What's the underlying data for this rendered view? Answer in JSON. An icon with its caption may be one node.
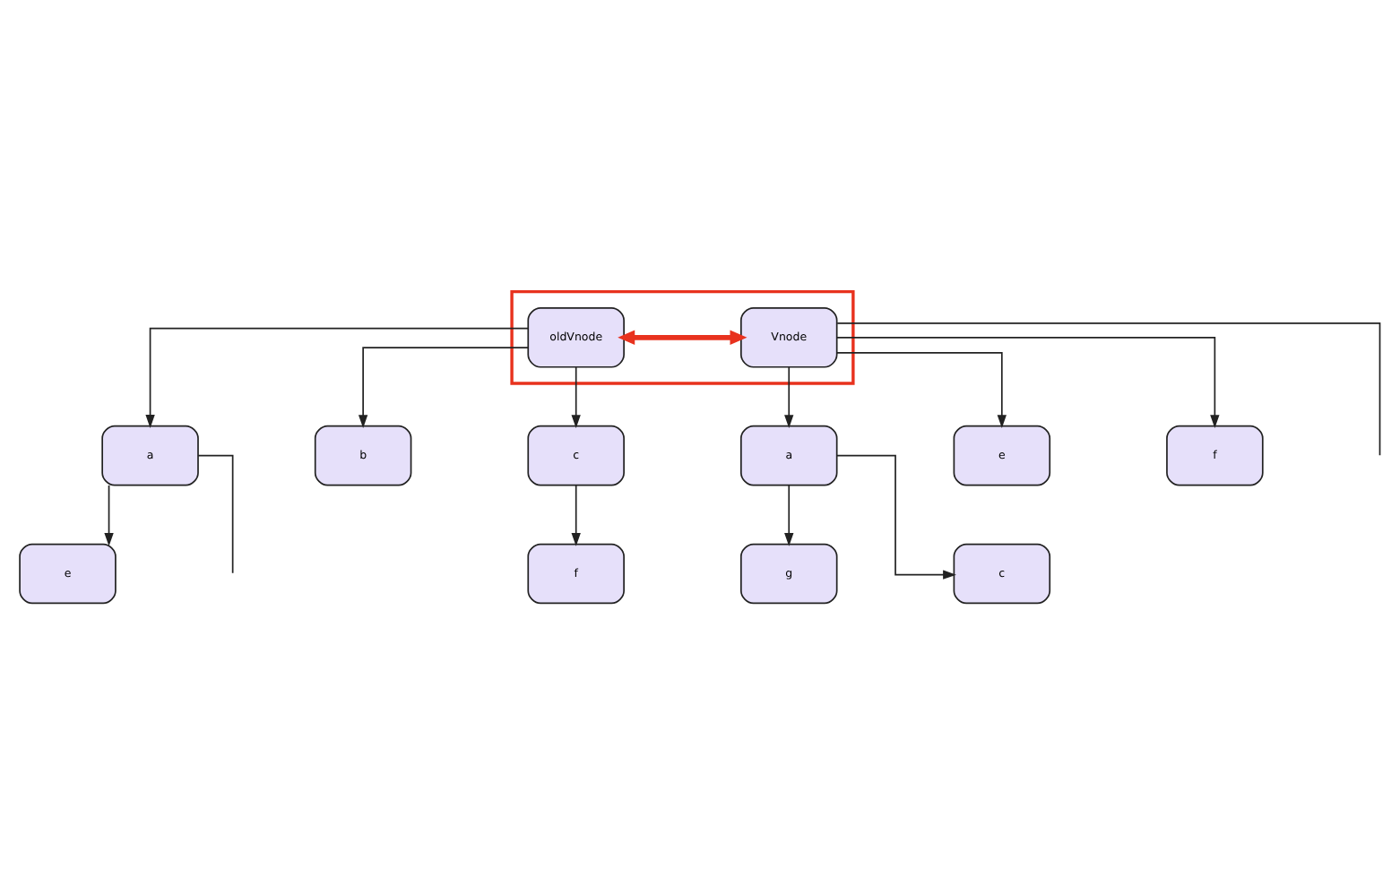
{
  "diagram": {
    "nodes": [
      {
        "text": [],
        "shape": "box"
      },
      {
        "text": [
          "oldVnode"
        ],
        "in": 0
      },
      {
        "text": [
          "Vnode"
        ],
        "in": 0
      },
      {
        "text": [
          "a"
        ]
      },
      {
        "text": [
          "b"
        ]
      },
      {
        "text": [
          "c"
        ]
      },
      {
        "text": [
          "a"
        ]
      },
      {
        "text": [
          "e"
        ]
      },
      {
        "text": [
          "f"
        ]
      },
      {
        "text": [
          "e"
        ]
      },
      {
        "text": [
          "f"
        ]
      },
      {
        "text": [
          "g"
        ]
      },
      {
        "text": [
          "c"
        ]
      }
    ],
    "edges": [
      {
        "from": 1,
        "to": 2,
        "arrow": "both",
        "style": "thick",
        "color": "#e8321e"
      },
      {
        "from": 1,
        "to": 3,
        "arrow": "to"
      },
      {
        "from": 1,
        "to": 4,
        "arrow": "to"
      },
      {
        "from": 1,
        "to": 5,
        "arrow": "to"
      },
      {
        "from": 2,
        "to": 6,
        "arrow": "to"
      },
      {
        "from": 2,
        "to": 7,
        "arrow": "to"
      },
      {
        "from": 2,
        "to": 8,
        "arrow": "to"
      },
      {
        "from": 2,
        "to": null,
        "arrow": "none"
      },
      {
        "from": 3,
        "to": null,
        "arrow": "none"
      },
      {
        "from": 3,
        "to": 9,
        "arrow": "to"
      },
      {
        "from": 5,
        "to": 10,
        "arrow": "to"
      },
      {
        "from": 6,
        "to": 11,
        "arrow": "to"
      },
      {
        "from": 6,
        "to": 12,
        "arrow": "to"
      }
    ]
  }
}
